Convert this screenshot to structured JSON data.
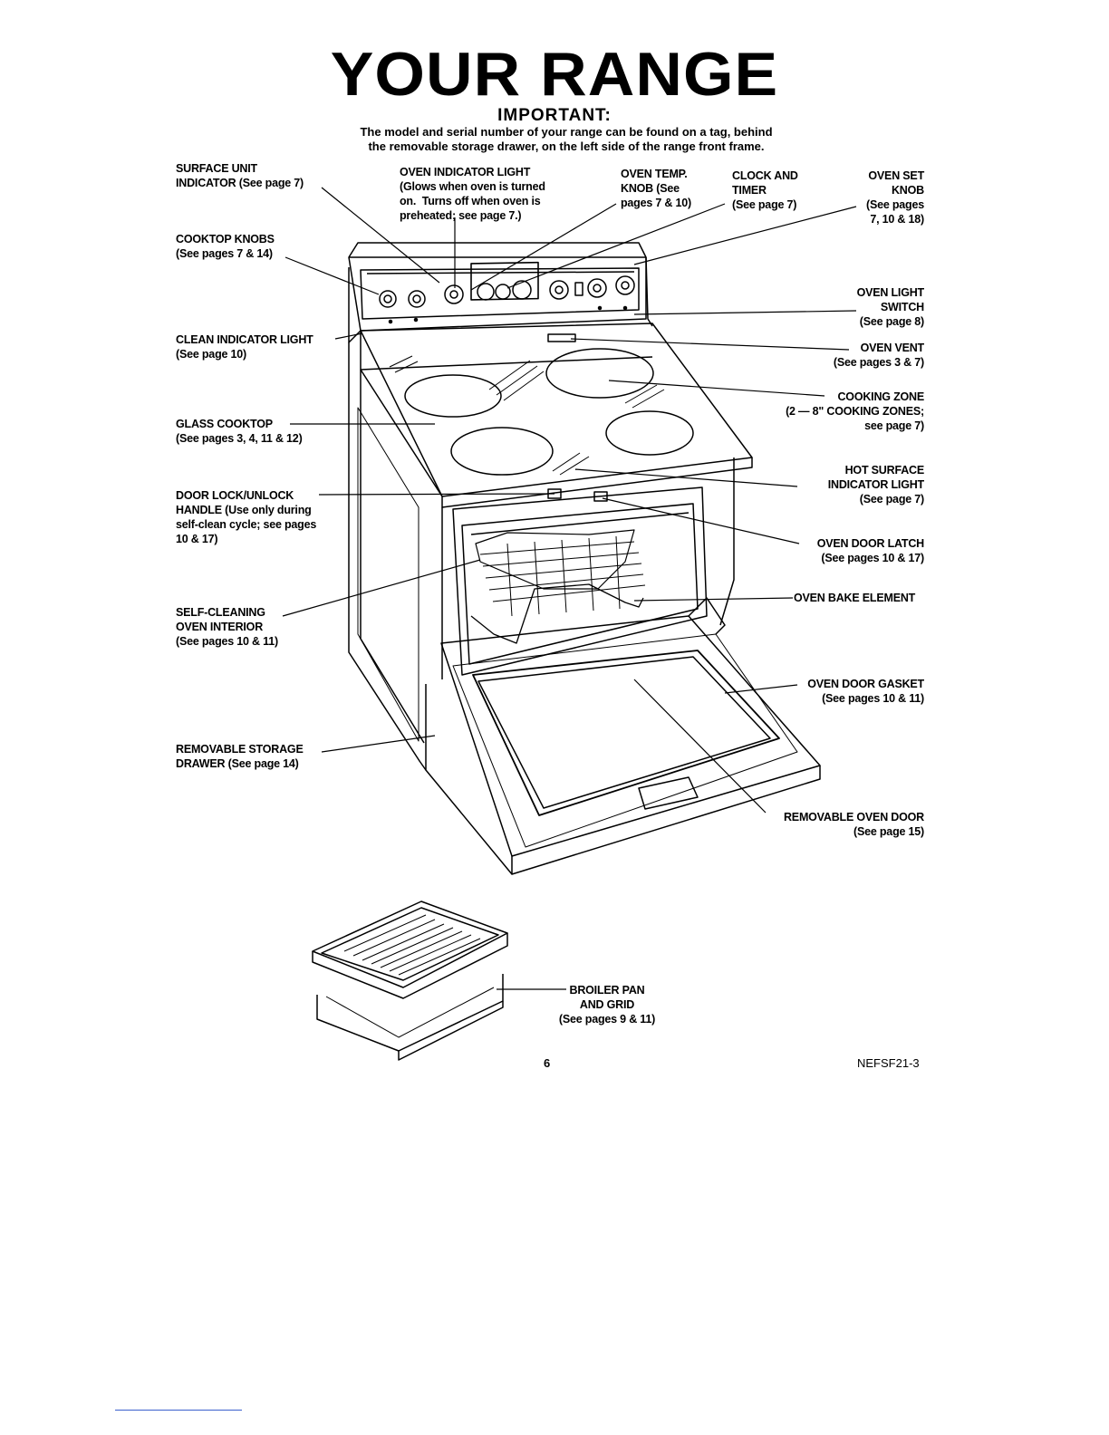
{
  "header": {
    "title": "YOUR RANGE",
    "subtitle": "IMPORTANT:",
    "note_line1": "The model and serial number of your range can be found on a tag, behind",
    "note_line2": "the removable storage drawer, on the left side of the range front frame."
  },
  "labels": {
    "surface_unit_indicator": "SURFACE UNIT\nINDICATOR (See page 7)",
    "oven_indicator_light": "OVEN INDICATOR LIGHT\n(Glows when oven is turned\non.  Turns off when oven is\npreheated; see page 7.)",
    "oven_temp_knob": "OVEN TEMP.\nKNOB (See\npages 7 & 10)",
    "clock_and_timer": "CLOCK AND\nTIMER\n(See page 7)",
    "oven_set_knob": "OVEN SET\nKNOB\n(See pages\n7, 10 & 18)",
    "cooktop_knobs": "COOKTOP KNOBS\n(See pages 7 & 14)",
    "oven_light_switch": "OVEN LIGHT\nSWITCH\n(See page 8)",
    "clean_indicator_light": "CLEAN INDICATOR LIGHT\n(See page 10)",
    "oven_vent": "OVEN VENT\n(See pages 3 & 7)",
    "cooking_zone": "COOKING ZONE\n(2 — 8\" COOKING ZONES;\nsee page 7)",
    "glass_cooktop": "GLASS COOKTOP\n(See pages 3, 4, 11 & 12)",
    "hot_surface_indicator": "HOT SURFACE\nINDICATOR LIGHT\n(See page 7)",
    "door_lock_handle": "DOOR LOCK/UNLOCK\nHANDLE (Use only during\nself-clean cycle; see pages\n10 & 17)",
    "oven_door_latch": "OVEN DOOR LATCH\n(See pages 10 & 17)",
    "oven_bake_element": "OVEN BAKE ELEMENT",
    "self_cleaning_interior": "SELF-CLEANING\nOVEN INTERIOR\n(See pages 10 & 11)",
    "oven_door_gasket": "OVEN DOOR GASKET\n(See pages 10 & 11)",
    "removable_storage_drawer": "REMOVABLE STORAGE\nDRAWER (See page 14)",
    "removable_oven_door": "REMOVABLE OVEN DOOR\n(See page 15)",
    "broiler_pan": "BROILER PAN\nAND GRID\n(See pages 9 & 11)"
  },
  "footer": {
    "page_number": "6",
    "model_code": "NEFSF21-3"
  }
}
